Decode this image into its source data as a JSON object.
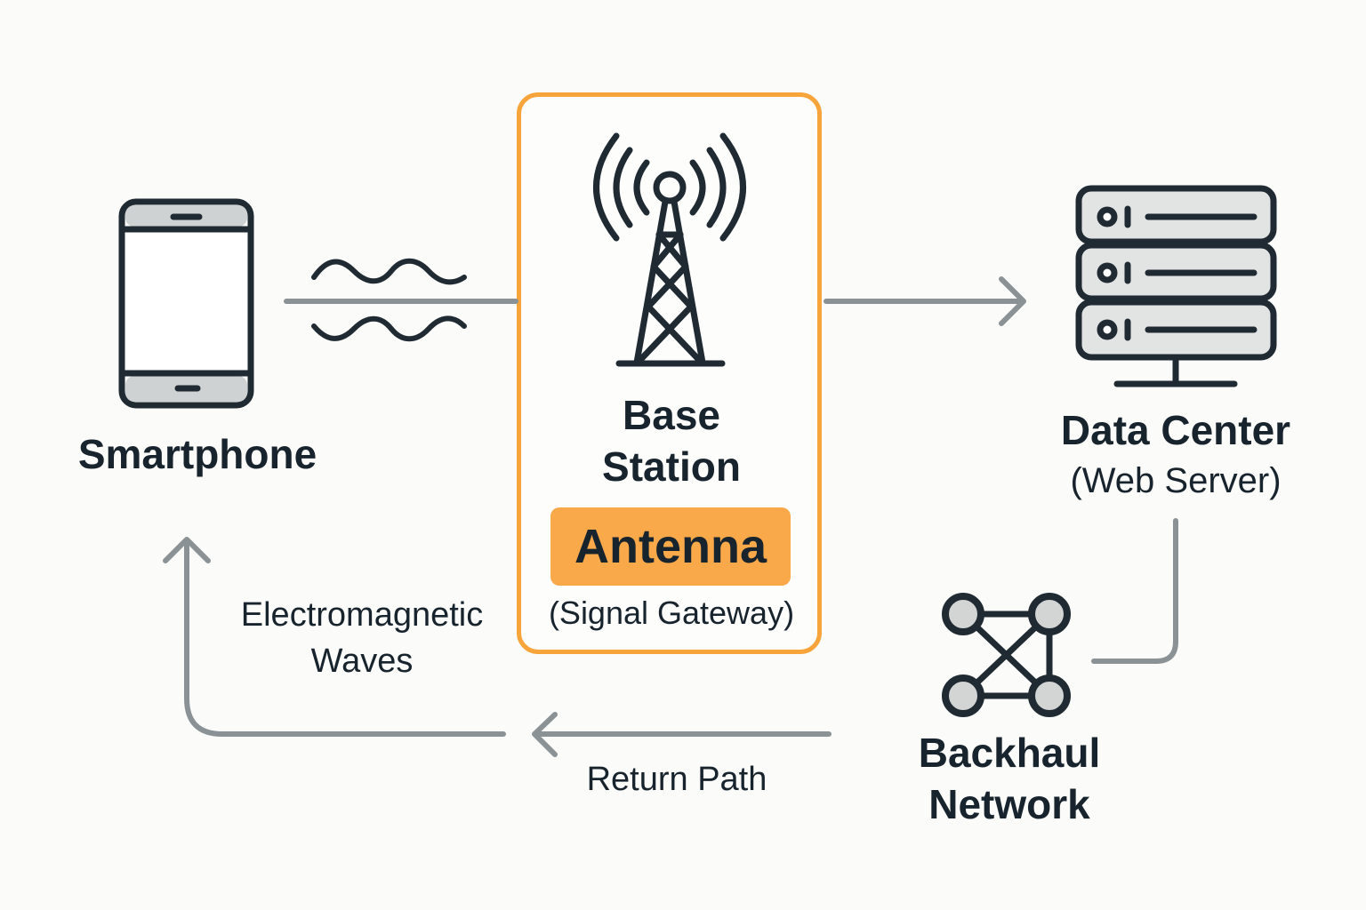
{
  "diagram": {
    "nodes": {
      "smartphone": {
        "label": "Smartphone",
        "icon": "smartphone-icon"
      },
      "base_station": {
        "title_line1": "Base",
        "title_line2": "Station",
        "badge": "Antenna",
        "subtitle": "(Signal Gateway)",
        "icon": "cell-tower-icon"
      },
      "data_center": {
        "title": "Data Center",
        "subtitle": "(Web Server)",
        "icon": "server-rack-icon"
      },
      "backhaul": {
        "title_line1": "Backhaul",
        "title_line2": "Network",
        "icon": "network-mesh-icon"
      }
    },
    "edges": {
      "em_waves": {
        "label_line1": "Electromagnetic",
        "label_line2": "Waves"
      },
      "return_path": {
        "label": "Return Path"
      }
    },
    "colors": {
      "accent_orange": "#f7a43b",
      "badge_fill": "#f9a84a",
      "icon_dark": "#17232d",
      "arrow_gray": "#8a9296",
      "icon_fill_gray": "#d6d8d8",
      "background": "#fbfbf9"
    }
  }
}
